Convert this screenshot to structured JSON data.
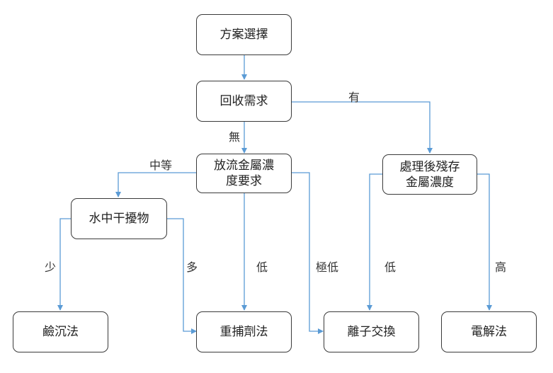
{
  "nodes": {
    "selection": "方案選擇",
    "recovery": "回收需求",
    "discharge": "放流金屬濃\n度要求",
    "residual": "處理後殘存\n金屬濃度",
    "interference": "水中干擾物",
    "alkaline_precip": "鹼沉法",
    "chelation": "重捕劑法",
    "ion_exchange": "離子交換",
    "electrolysis": "電解法"
  },
  "edge_labels": {
    "yes": "有",
    "no": "無",
    "medium": "中等",
    "few": "少",
    "many": "多",
    "low1": "低",
    "very_low": "極低",
    "low2": "低",
    "high": "高"
  },
  "colors": {
    "arrow": "#5b9bd5",
    "border": "#3a3a3a"
  }
}
